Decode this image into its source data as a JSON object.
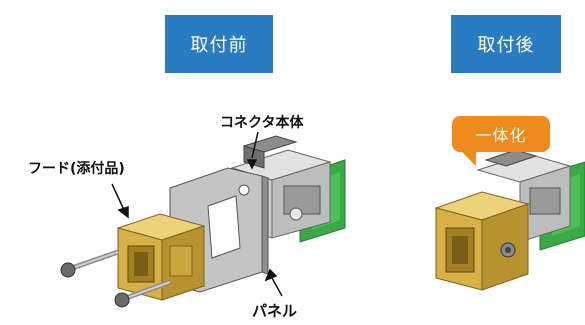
{
  "tabs": {
    "before": "取付前",
    "after": "取付後"
  },
  "labels": {
    "connector_body": "コネクタ本体",
    "hood": "フード(添付品)",
    "panel": "パネル"
  },
  "callout": {
    "text": "一体化"
  },
  "colors": {
    "tab_blue": "#2a7cc0",
    "callout_orange": "#ef8a1d",
    "pcb_green": "#3aa845",
    "brass": "#d7b046",
    "panel_gray": "#b9b9b9"
  }
}
